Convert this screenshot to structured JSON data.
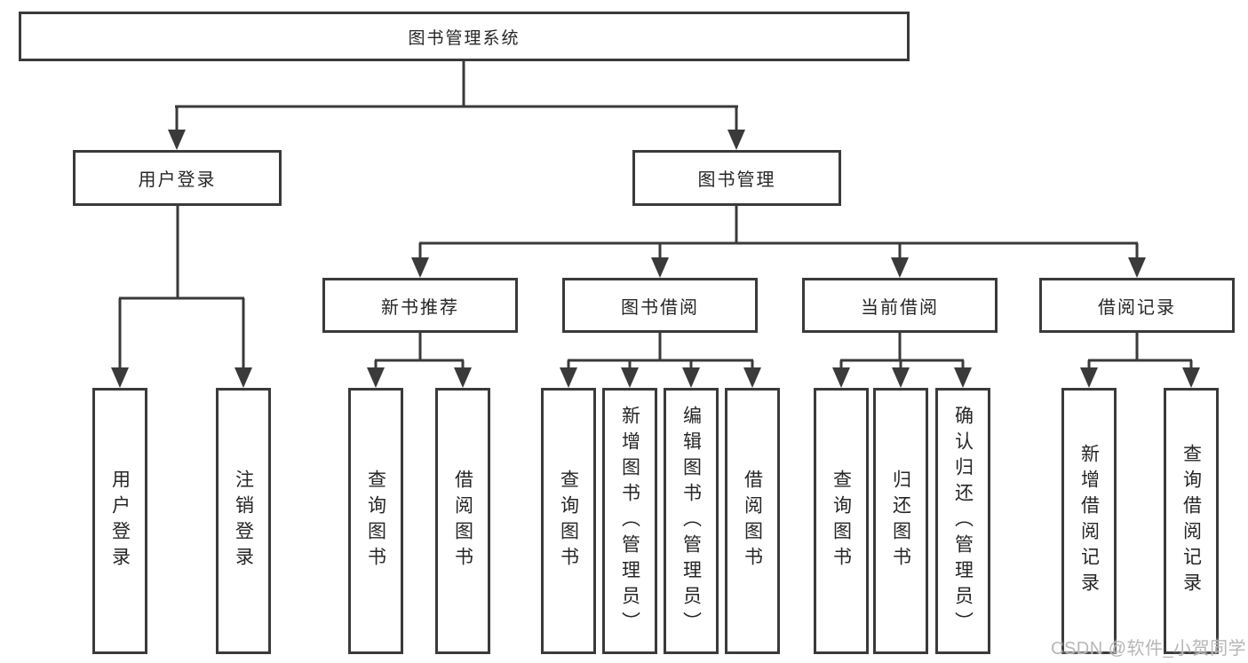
{
  "nodes": {
    "root": "图书管理系统",
    "level2": [
      "用户登录",
      "图书管理"
    ],
    "level3": [
      "新书推荐",
      "图书借阅",
      "当前借阅",
      "借阅记录"
    ],
    "leaves": {
      "user_login": [
        "用户登录",
        "注销登录"
      ],
      "new_book_rec": [
        "查询图书",
        "借阅图书"
      ],
      "book_borrow": [
        "查询图书",
        "新增图书（管理员）",
        "编辑图书（管理员）",
        "借阅图书"
      ],
      "current_borrow": [
        "查询图书",
        "归还图书",
        "确认归还（管理员）"
      ],
      "borrow_records": [
        "新增借阅记录",
        "查询借阅记录"
      ]
    }
  },
  "watermark": "CSDN @软件_小贺同学",
  "colors": {
    "line": "#3a3a3a",
    "text": "#262626",
    "watermark": "#b7b7b7",
    "background": "#ffffff"
  }
}
